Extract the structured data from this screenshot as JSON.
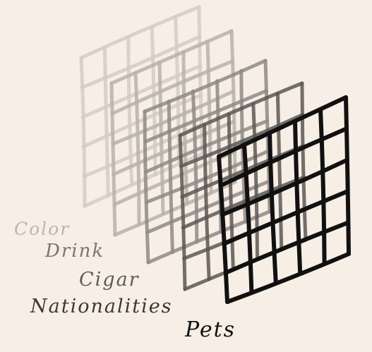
{
  "diagram": {
    "layers": [
      {
        "label": "Color",
        "color": "#d3ccc4"
      },
      {
        "label": "Drink",
        "color": "#b9b1a8"
      },
      {
        "label": "Cigar",
        "color": "#8f8985"
      },
      {
        "label": "Nationalities",
        "color": "#5b5754"
      },
      {
        "label": "Pets",
        "color": "#111111"
      }
    ]
  }
}
